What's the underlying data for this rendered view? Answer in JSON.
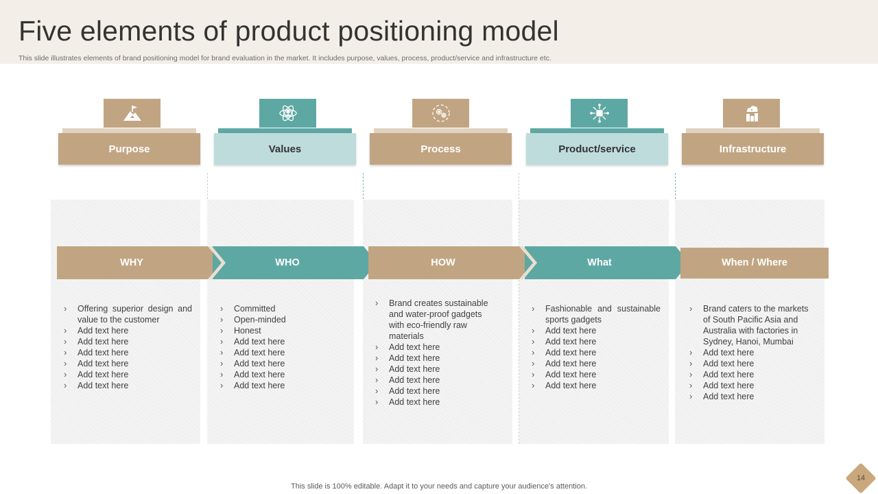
{
  "title": "Five elements of product positioning model",
  "subtitle": "This slide illustrates elements of brand positioning model for brand evaluation in the market. It includes purpose, values, process, product/service and infrastructure etc.",
  "colors": {
    "tan": "#c1a582",
    "tan_ledge": "#e0d2bf",
    "teal": "#5ea8a3",
    "teal_light": "#bfdcdc",
    "header_bg": "#f3efe8",
    "badge": "#c8a87c"
  },
  "columns": [
    {
      "icon": "mountain-flag-icon",
      "heading": "Purpose",
      "arrow_label": "WHY",
      "items": [
        "Offering superior design and value to the customer",
        "Add text here",
        "Add text here",
        "Add text here",
        "Add text here",
        "Add text here",
        "Add text here"
      ]
    },
    {
      "icon": "atom-person-icon",
      "heading": "Values",
      "arrow_label": "WHO",
      "items": [
        "Committed",
        "Open-minded",
        "Honest",
        "Add text here",
        "Add text here",
        "Add text here",
        "Add text here",
        "Add text here"
      ]
    },
    {
      "icon": "gears-cycle-icon",
      "heading": "Process",
      "arrow_label": "HOW",
      "items": [
        "Brand creates sustainable and water-proof gadgets with eco-friendly raw materials",
        "Add text here",
        "Add text here",
        "Add text here",
        "Add text here",
        "Add text here",
        "Add text here"
      ]
    },
    {
      "icon": "chip-network-icon",
      "heading": "Product/service",
      "arrow_label": "What",
      "items": [
        "Fashionable and sustainable sports gadgets",
        "Add text here",
        "Add text here",
        "Add text here",
        "Add text here",
        "Add text here",
        "Add text here"
      ]
    },
    {
      "icon": "cloud-buildings-icon",
      "heading": "Infrastructure",
      "arrow_label": "When / Where",
      "items": [
        "Brand caters to the markets of South Pacific Asia and Australia with factories in Sydney, Hanoi, Mumbai",
        "Add text here",
        "Add text here",
        "Add text here",
        "Add text here",
        "Add text here"
      ]
    }
  ],
  "footer": "This slide is 100% editable. Adapt it to your needs and capture your audience's attention.",
  "page_number": "14"
}
